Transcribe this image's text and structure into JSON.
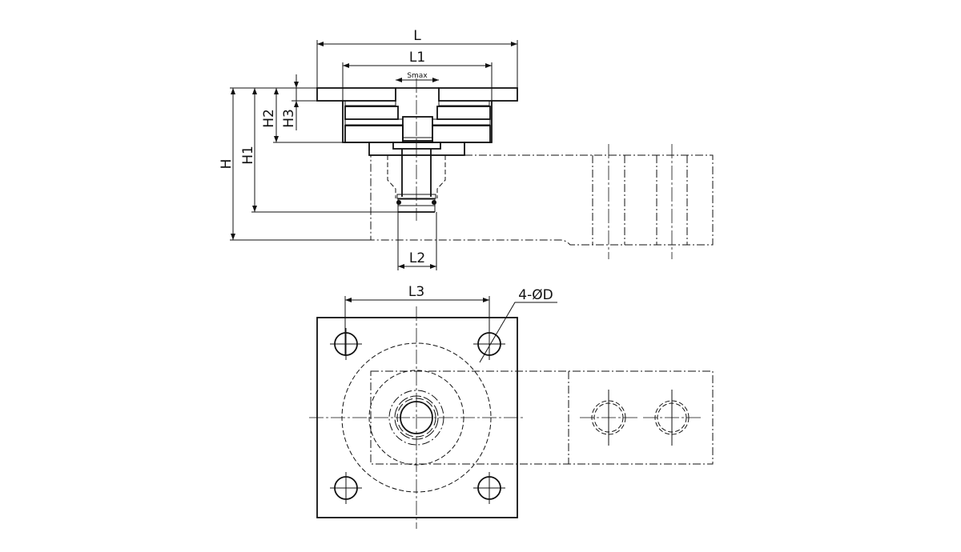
{
  "title": "Load cell mounting module drawing",
  "side_view": {
    "dimensions": {
      "L": "L",
      "L1": "L1",
      "Smax": "Smax",
      "L2": "L2",
      "H": "H",
      "H1": "H1",
      "H2": "H2",
      "H3": "H3"
    }
  },
  "top_view": {
    "dimensions": {
      "L3": "L3",
      "holes": "4-ØD"
    }
  }
}
